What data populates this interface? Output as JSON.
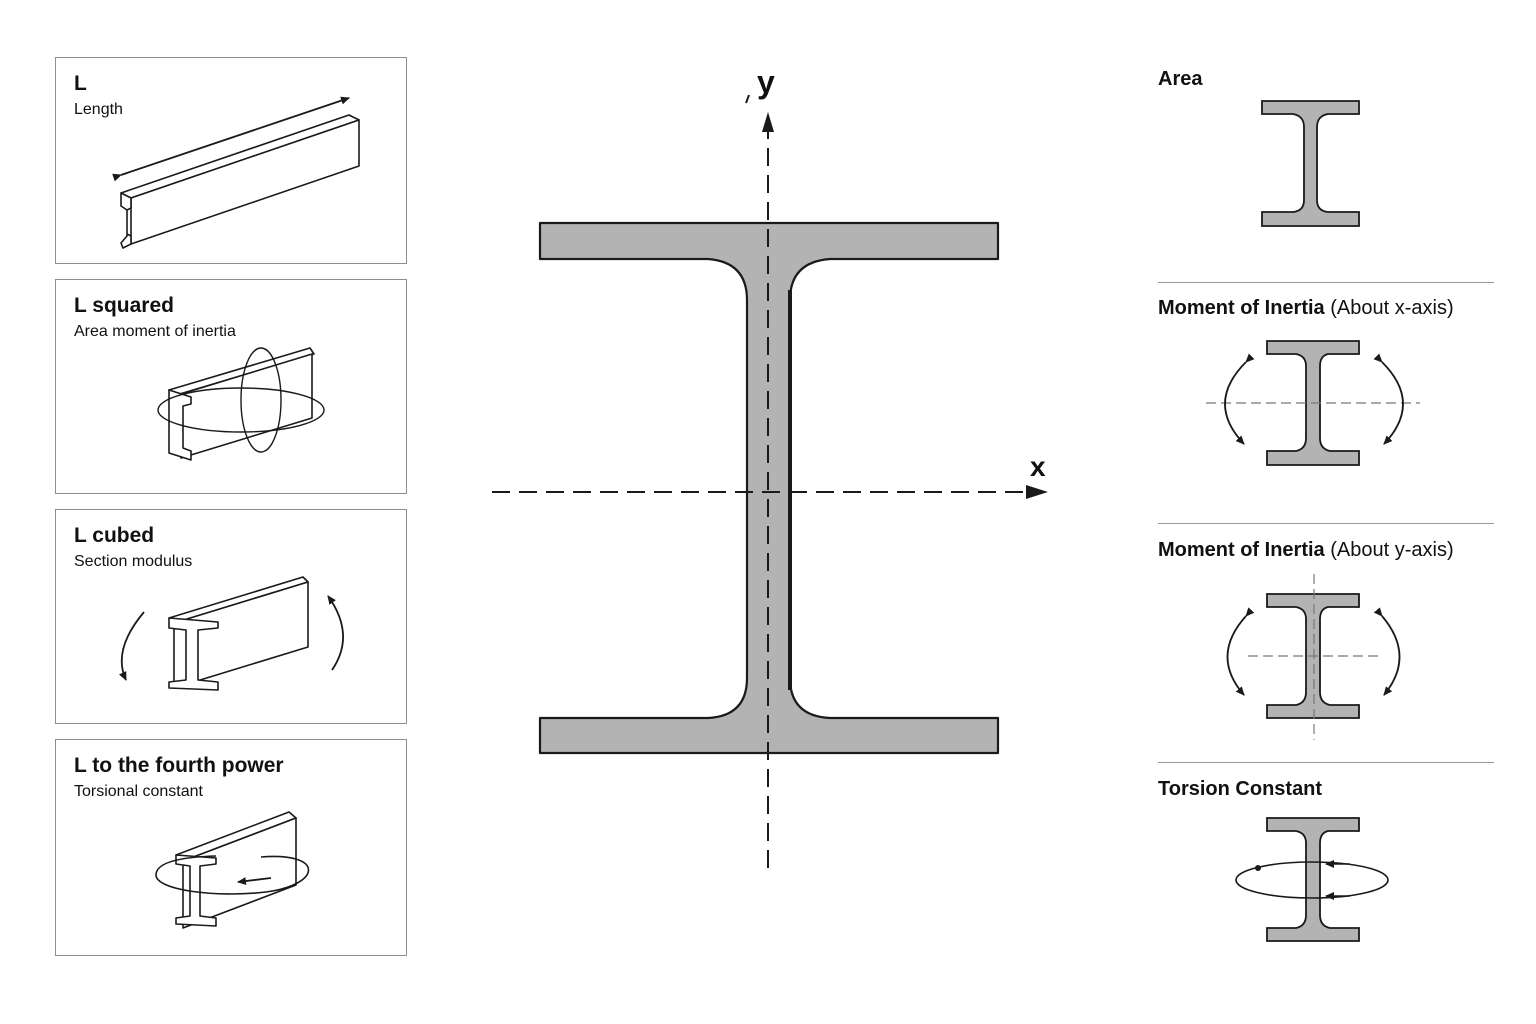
{
  "left_panels": [
    {
      "title": "L",
      "subtitle": "Length"
    },
    {
      "title": "L squared",
      "subtitle": "Area moment of inertia"
    },
    {
      "title": "L cubed",
      "subtitle": "Section modulus"
    },
    {
      "title": "L to the fourth power",
      "subtitle": "Torsional constant"
    }
  ],
  "center": {
    "y_label": "y",
    "x_label": "x"
  },
  "right_panels": [
    {
      "title": "Area",
      "qualifier": ""
    },
    {
      "title": "Moment of Inertia",
      "qualifier": "(About x-axis)"
    },
    {
      "title": "Moment of Inertia",
      "qualifier": "(About y-axis)"
    },
    {
      "title": "Torsion Constant",
      "qualifier": ""
    }
  ],
  "colors": {
    "beam_fill": "#b3b3b3",
    "stroke": "#1a1a1a",
    "border": "#8e8e8e"
  }
}
